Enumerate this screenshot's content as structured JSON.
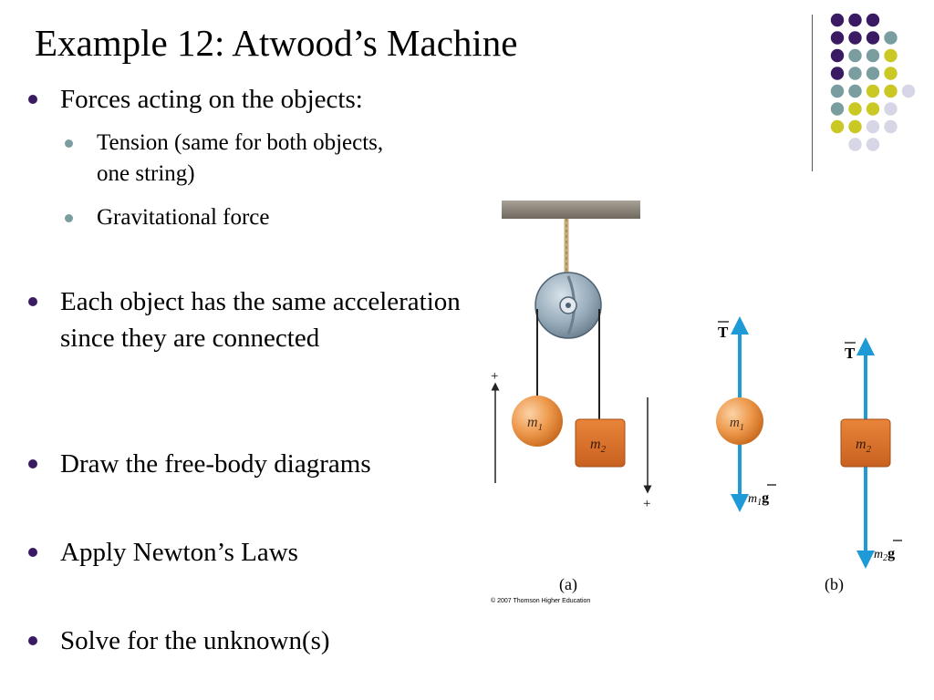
{
  "slide": {
    "title": "Example 12: Atwood’s Machine"
  },
  "bullets": [
    {
      "text": "Forces acting on the objects:",
      "sub": [
        "Tension (same for both objects, one string)",
        "Gravitational force"
      ]
    },
    {
      "text": "Each object has the same acceleration since they are connected"
    },
    {
      "text": "Draw the free-body diagrams"
    },
    {
      "text": "Apply Newton’s Laws"
    },
    {
      "text": "Solve for the unknown(s)"
    }
  ],
  "figure": {
    "mass1_label": "m",
    "mass1_sub": "1",
    "mass2_label": "m",
    "mass2_sub": "2",
    "plus_sign": "+",
    "tension_label": "T",
    "weight1_prefix": "m",
    "weight1_sub": "1",
    "weight1_vector": "g",
    "weight2_prefix": "m",
    "weight2_sub": "2",
    "weight2_vector": "g",
    "caption_a": "(a)",
    "caption_b": "(b)",
    "copyright": "© 2007 Thomson Higher Education"
  },
  "colors": {
    "bullet_primary": "#3a1b63",
    "bullet_secondary": "#7a9e9f",
    "dot_purple": "#3a1b63",
    "dot_teal": "#7a9e9f",
    "dot_yellow": "#c9c825",
    "dot_lavender": "#d6d6e6",
    "arrow_blue": "#1e9ad6",
    "mass_sphere": "#e8893a",
    "mass_block": "#d9722e"
  },
  "decor": {
    "dot_grid_rows": [
      [
        "purple",
        "purple",
        "purple"
      ],
      [
        "purple",
        "purple",
        "purple",
        "teal"
      ],
      [
        "purple",
        "teal",
        "teal",
        "yellow"
      ],
      [
        "purple",
        "teal",
        "teal",
        "yellow"
      ],
      [
        "teal",
        "teal",
        "yellow",
        "yellow",
        "lavender"
      ],
      [
        "teal",
        "yellow",
        "yellow",
        "lavender"
      ],
      [
        "yellow",
        "yellow",
        "lavender",
        "lavender"
      ],
      [
        "lavender",
        "lavender"
      ]
    ]
  }
}
